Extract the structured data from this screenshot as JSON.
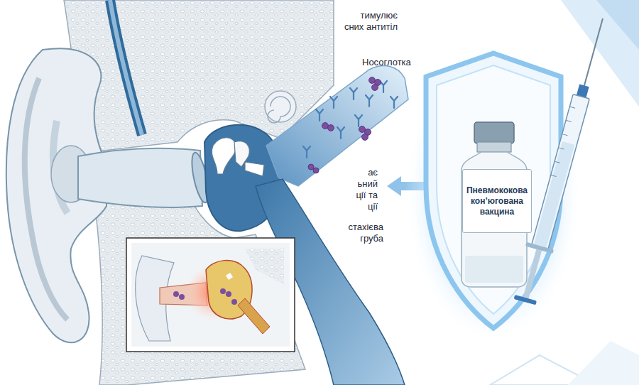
{
  "diagram": {
    "nodes": [
      {
        "text": [
          "Пневмококова кон’югована вакцина"
        ]
      }
    ],
    "labels": [
      "тимулює сних антитіл",
      "Носоглотка",
      "ає ьний ції та ції",
      "стахієва груба"
    ]
  }
}
